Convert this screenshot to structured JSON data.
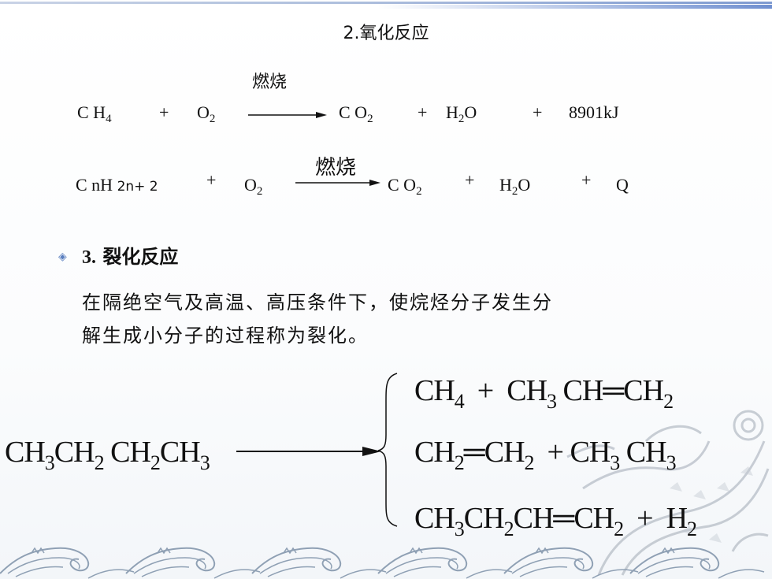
{
  "title": "2.氧化反应",
  "eq1": {
    "r1": "C H",
    "r1_sub": "4",
    "plus1": "+",
    "r2": "O",
    "r2_sub": "2",
    "condition": "燃烧",
    "p1": "C O",
    "p1_sub": "2",
    "plus2": "+",
    "p2a": "H",
    "p2_sub": "2",
    "p2b": "O",
    "plus3": "+",
    "p3": "8901kJ"
  },
  "eq2": {
    "r1": "C nH",
    "r1_sub": "2n+ 2",
    "plus1": "+",
    "r2": "O",
    "r2_sub": "2",
    "condition": "燃烧",
    "p1": "C O",
    "p1_sub": "2",
    "plus2": "+",
    "p2a": "H",
    "p2_sub": "2",
    "p2b": "O",
    "plus3": "+",
    "p3": "Q"
  },
  "section3": {
    "heading_num": "3.",
    "heading_text": "裂化反应",
    "line1": "在隔绝空气及高温、高压条件下，使烷烃分子发生分",
    "line2": "解生成小分子的过程称为裂化。"
  },
  "cracking": {
    "reactant": [
      "CH",
      "3",
      "CH",
      "2",
      "CH",
      "2",
      "CH",
      "3"
    ],
    "product1": [
      "CH",
      "4",
      "+",
      "CH",
      "3",
      "CH",
      "═",
      "CH",
      "2"
    ],
    "product2": [
      "CH",
      "2",
      "═",
      "CH",
      "2",
      "+",
      "CH",
      "3",
      "CH",
      "3"
    ],
    "product3": [
      "CH",
      "3",
      "CH",
      "2",
      "CH",
      "═",
      "CH",
      "2",
      "+",
      "H",
      "2"
    ]
  },
  "colors": {
    "bullet": "#5a7fbf",
    "wave": "#8fa0b4",
    "top_bar": "#7f9bd1"
  },
  "icons": {
    "bullet": "diamond-bullet-icon",
    "decor_bottom": "wave-border",
    "decor_corner": "dragon-decoration"
  }
}
